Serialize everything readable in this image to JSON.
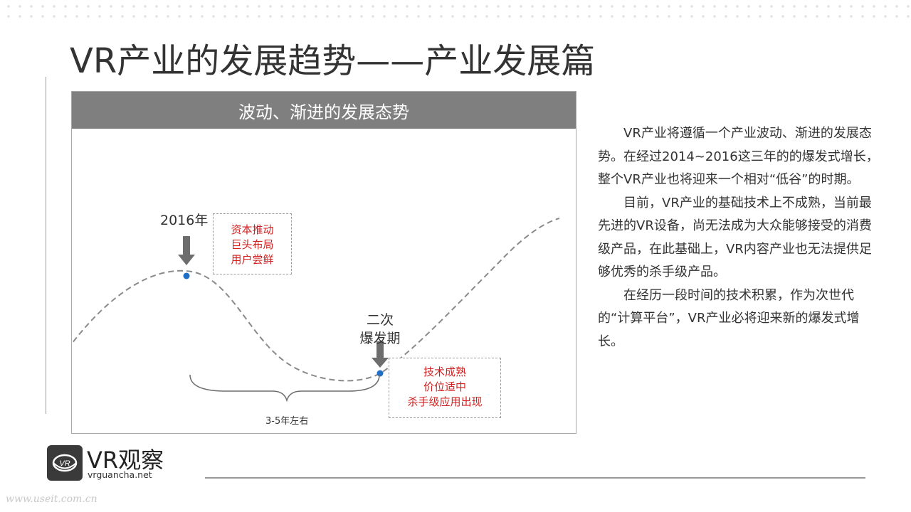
{
  "title": "VR产业的发展趋势——产业发展篇",
  "diagram": {
    "header": "波动、渐进的发展态势",
    "peak_label": "2016年",
    "peak_notes": [
      "资本推动",
      "巨头布局",
      "用户尝鲜"
    ],
    "second_label": [
      "二次",
      "爆发期"
    ],
    "second_notes": [
      "技术成熟",
      "价位适中",
      "杀手级应用出现"
    ],
    "period_label": "3-5年左右",
    "colors": {
      "header_bg": "#7f7f7f",
      "marker": "#1f6fc6",
      "note_text": "#d21f1f",
      "arrow": "#6d6d6d"
    }
  },
  "description": {
    "paragraphs": [
      "VR产业将遵循一个产业波动、渐进的发展态势。在经过2014~2016这三年的的爆发式增长，整个VR产业也将迎来一个相对“低谷”的时期。",
      "目前，VR产业的基础技术上不成熟，当前最先进的VR设备，尚无法成为大众能够接受的消费级产品，在此基础上，VR内容产业也无法提供足够优秀的杀手级产品。",
      "在经历一段时间的技术积累，作为次世代的“计算平台”，VR产业必将迎来新的爆发式增长。"
    ]
  },
  "logo": {
    "name": "VR观察",
    "url": "vrguancha.net",
    "icon": "vr-logo-icon"
  },
  "watermark": "www.useit.com.cn"
}
